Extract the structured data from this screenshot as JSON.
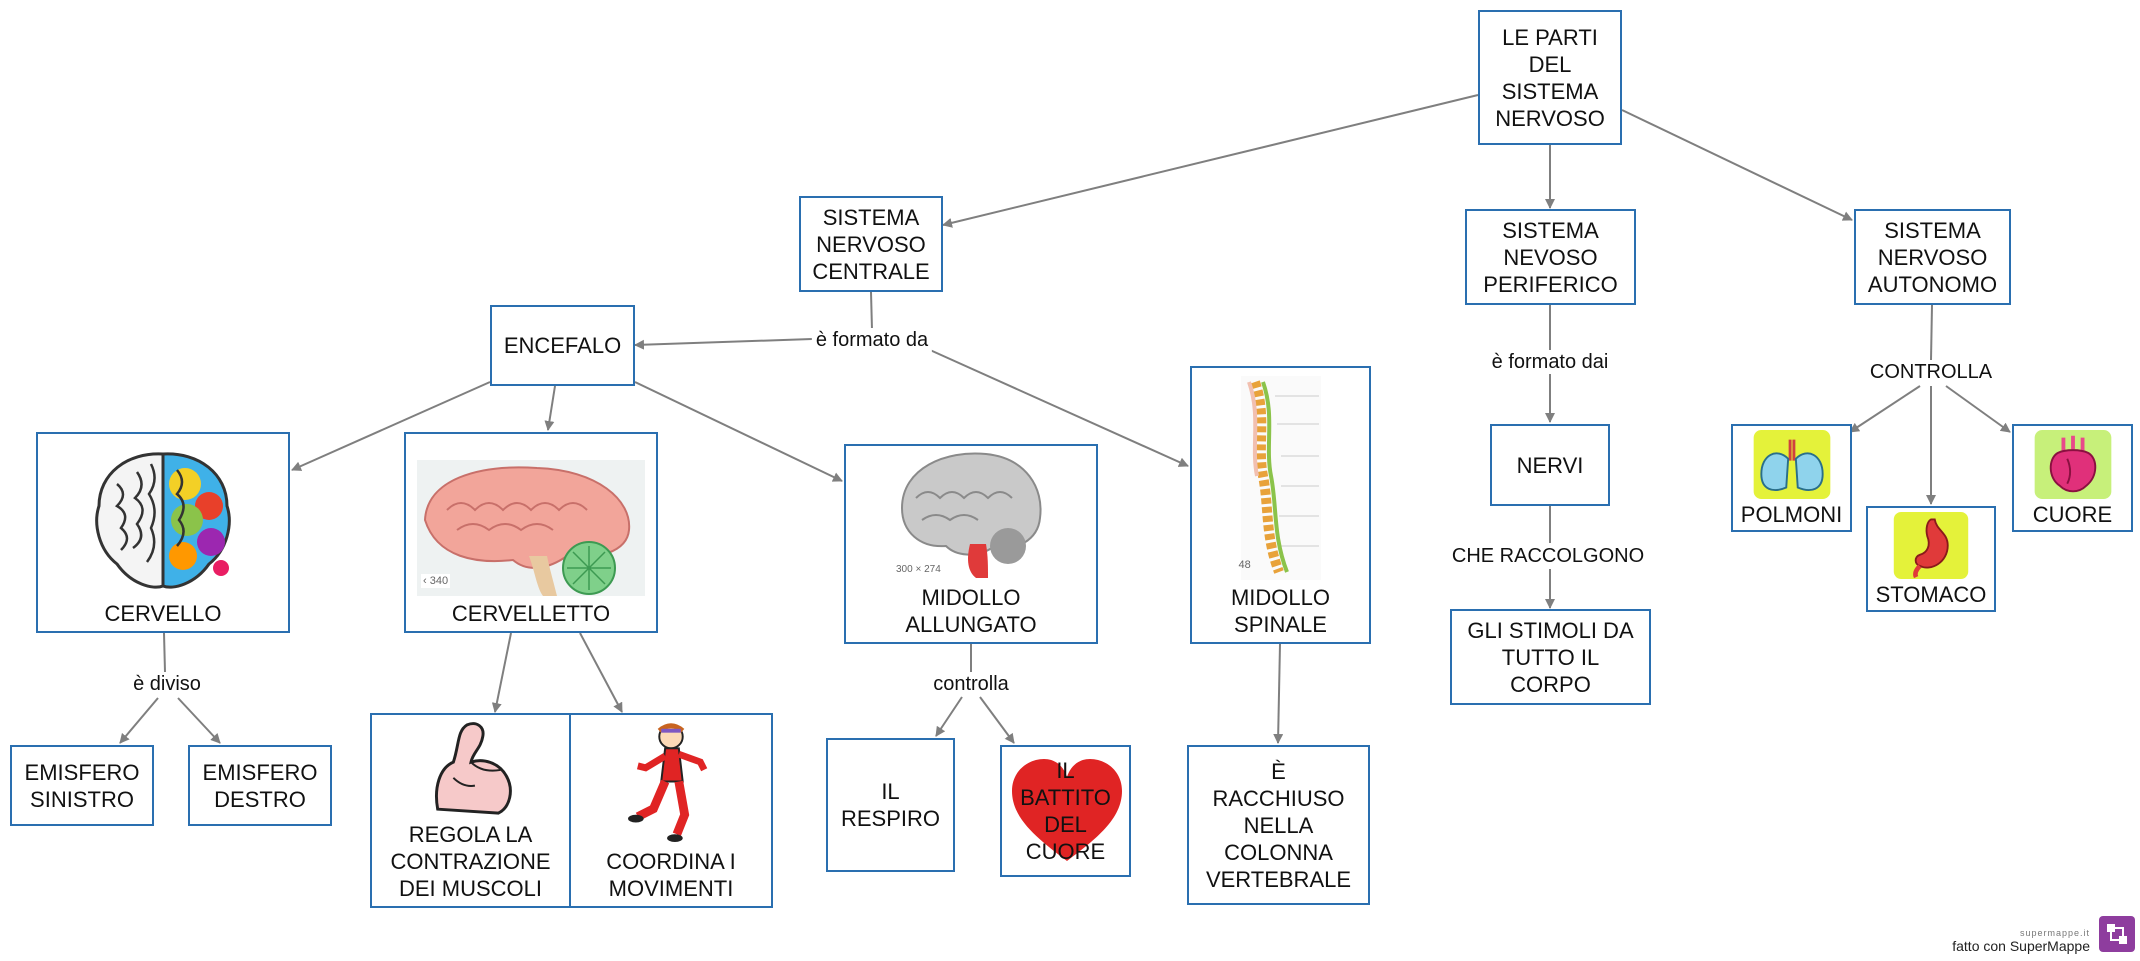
{
  "nodes": {
    "root": "LE PARTI\nDEL\nSISTEMA\nNERVOSO",
    "snc": "SISTEMA\nNERVOSO\nCENTRALE",
    "snp": "SISTEMA\nNEVOSO\nPERIFERICO",
    "sna": "SISTEMA\nNERVOSO\nAUTONOMO",
    "encefalo": "ENCEFALO",
    "cervello": "CERVELLO",
    "cervelletto": "CERVELLETTO",
    "midollo_allungato": "MIDOLLO\nALLUNGATO",
    "midollo_spinale": "MIDOLLO\nSPINALE",
    "emisfero_sx": "EMISFERO\nSINISTRO",
    "emisfero_dx": "EMISFERO\nDESTRO",
    "muscoli": "REGOLA LA\nCONTRAZIONE\nDEI MUSCOLI",
    "movimenti": "COORDINA I\nMOVIMENTI",
    "respiro": "IL\nRESPIRO",
    "battito": "IL\nBATTITO\nDEL\nCUORE",
    "colonna": "È\nRACCHIUSO\nNELLA\nCOLONNA\nVERTEBRALE",
    "nervi": "NERVI",
    "stimoli": "GLI STIMOLI DA\nTUTTO IL\nCORPO",
    "polmoni": "POLMONI",
    "stomaco": "STOMACO",
    "cuore": "CUORE"
  },
  "labels": {
    "formato_da": "è formato da",
    "formato_dai": "è formato dai",
    "controlla_caps": "CONTROLLA",
    "diviso": "è diviso",
    "controlla": "controlla",
    "raccolgono": "CHE RACCOLGONO"
  },
  "image_captions": {
    "cervelletto": "‹ 340",
    "midollo_allungato": "300 × 274",
    "midollo_spinale": "48"
  },
  "footer": {
    "site": "supermappe.it",
    "text": "fatto con SuperMappe"
  },
  "colors": {
    "border": "#2a6fb0",
    "arrow": "#7f7f7f",
    "heart": "#e02424",
    "organ_bg": "#e4f23a"
  }
}
